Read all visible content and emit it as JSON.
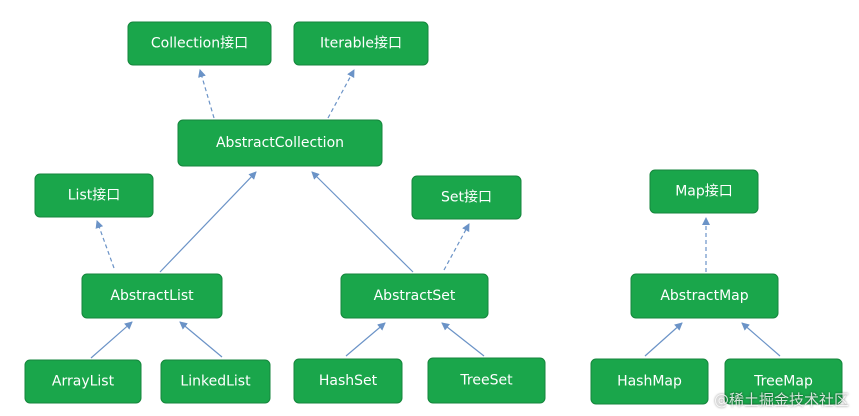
{
  "colors": {
    "node_fill": "#1aa64b",
    "node_border": "#15863c",
    "node_text": "#ffffff",
    "arrow": "#6b93c7"
  },
  "nodes": {
    "collection_interface": "Collection接口",
    "iterable_interface": "Iterable接口",
    "abstract_collection": "AbstractCollection",
    "list_interface": "List接口",
    "set_interface": "Set接口",
    "map_interface": "Map接口",
    "abstract_list": "AbstractList",
    "abstract_set": "AbstractSet",
    "abstract_map": "AbstractMap",
    "array_list": "ArrayList",
    "linked_list": "LinkedList",
    "hash_set": "HashSet",
    "tree_set": "TreeSet",
    "hash_map": "HashMap",
    "tree_map": "TreeMap"
  },
  "edges": [
    {
      "from": "abstract_collection",
      "to": "collection_interface",
      "style": "dashed"
    },
    {
      "from": "abstract_collection",
      "to": "iterable_interface",
      "style": "dashed"
    },
    {
      "from": "abstract_list",
      "to": "list_interface",
      "style": "dashed"
    },
    {
      "from": "abstract_list",
      "to": "abstract_collection",
      "style": "solid"
    },
    {
      "from": "abstract_set",
      "to": "abstract_collection",
      "style": "solid"
    },
    {
      "from": "abstract_set",
      "to": "set_interface",
      "style": "dashed"
    },
    {
      "from": "array_list",
      "to": "abstract_list",
      "style": "solid"
    },
    {
      "from": "linked_list",
      "to": "abstract_list",
      "style": "solid"
    },
    {
      "from": "hash_set",
      "to": "abstract_set",
      "style": "solid"
    },
    {
      "from": "tree_set",
      "to": "abstract_set",
      "style": "solid"
    },
    {
      "from": "abstract_map",
      "to": "map_interface",
      "style": "dashed"
    },
    {
      "from": "hash_map",
      "to": "abstract_map",
      "style": "solid"
    },
    {
      "from": "tree_map",
      "to": "abstract_map",
      "style": "solid"
    }
  ],
  "watermark": "@稀土掘金技术社区"
}
